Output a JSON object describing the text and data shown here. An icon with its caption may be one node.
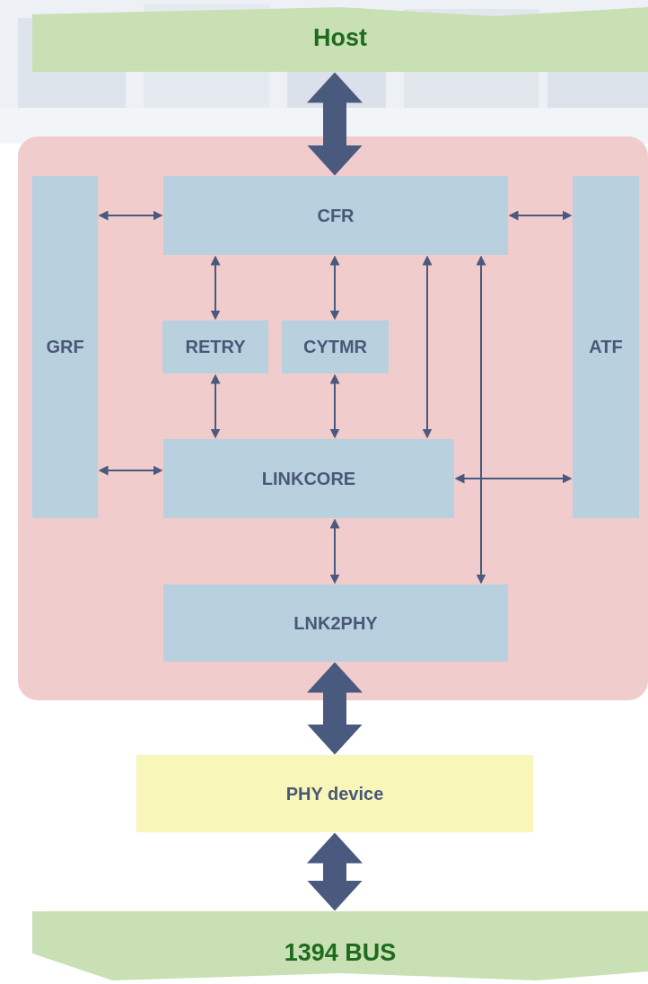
{
  "diagram": {
    "nodes": [
      {
        "text": [
          "Host"
        ]
      },
      {
        "text": [],
        "shape": "box"
      },
      {
        "text": [
          "CFR"
        ],
        "in": 1
      },
      {
        "text": [
          "GRF"
        ],
        "in": 1
      },
      {
        "text": [
          "ATF"
        ],
        "in": 1
      },
      {
        "text": [
          "RETRY"
        ],
        "in": 1
      },
      {
        "text": [
          "CYTMR"
        ],
        "in": 1
      },
      {
        "text": [
          "LINKCORE"
        ],
        "in": 1
      },
      {
        "text": [
          "LNK2PHY"
        ],
        "in": 1
      },
      {
        "text": [
          "PHY device"
        ]
      },
      {
        "text": [
          "1394 BUS"
        ]
      }
    ],
    "edges": [
      {
        "from": 0,
        "to": 2,
        "arrow": "both",
        "style": "thick"
      },
      {
        "from": 3,
        "to": 2,
        "arrow": "both"
      },
      {
        "from": 2,
        "to": 4,
        "arrow": "both"
      },
      {
        "from": 2,
        "to": 5,
        "arrow": "both"
      },
      {
        "from": 2,
        "to": 6,
        "arrow": "both"
      },
      {
        "from": 2,
        "to": 7,
        "arrow": "both"
      },
      {
        "from": 2,
        "to": 8,
        "arrow": "both"
      },
      {
        "from": 5,
        "to": 7,
        "arrow": "both"
      },
      {
        "from": 6,
        "to": 7,
        "arrow": "both"
      },
      {
        "from": 3,
        "to": 7,
        "arrow": "both"
      },
      {
        "from": 7,
        "to": 4,
        "arrow": "both"
      },
      {
        "from": 7,
        "to": 8,
        "arrow": "both"
      },
      {
        "from": 8,
        "to": 9,
        "arrow": "both",
        "style": "thick"
      },
      {
        "from": 9,
        "to": 10,
        "arrow": "both",
        "style": "thick"
      }
    ]
  }
}
